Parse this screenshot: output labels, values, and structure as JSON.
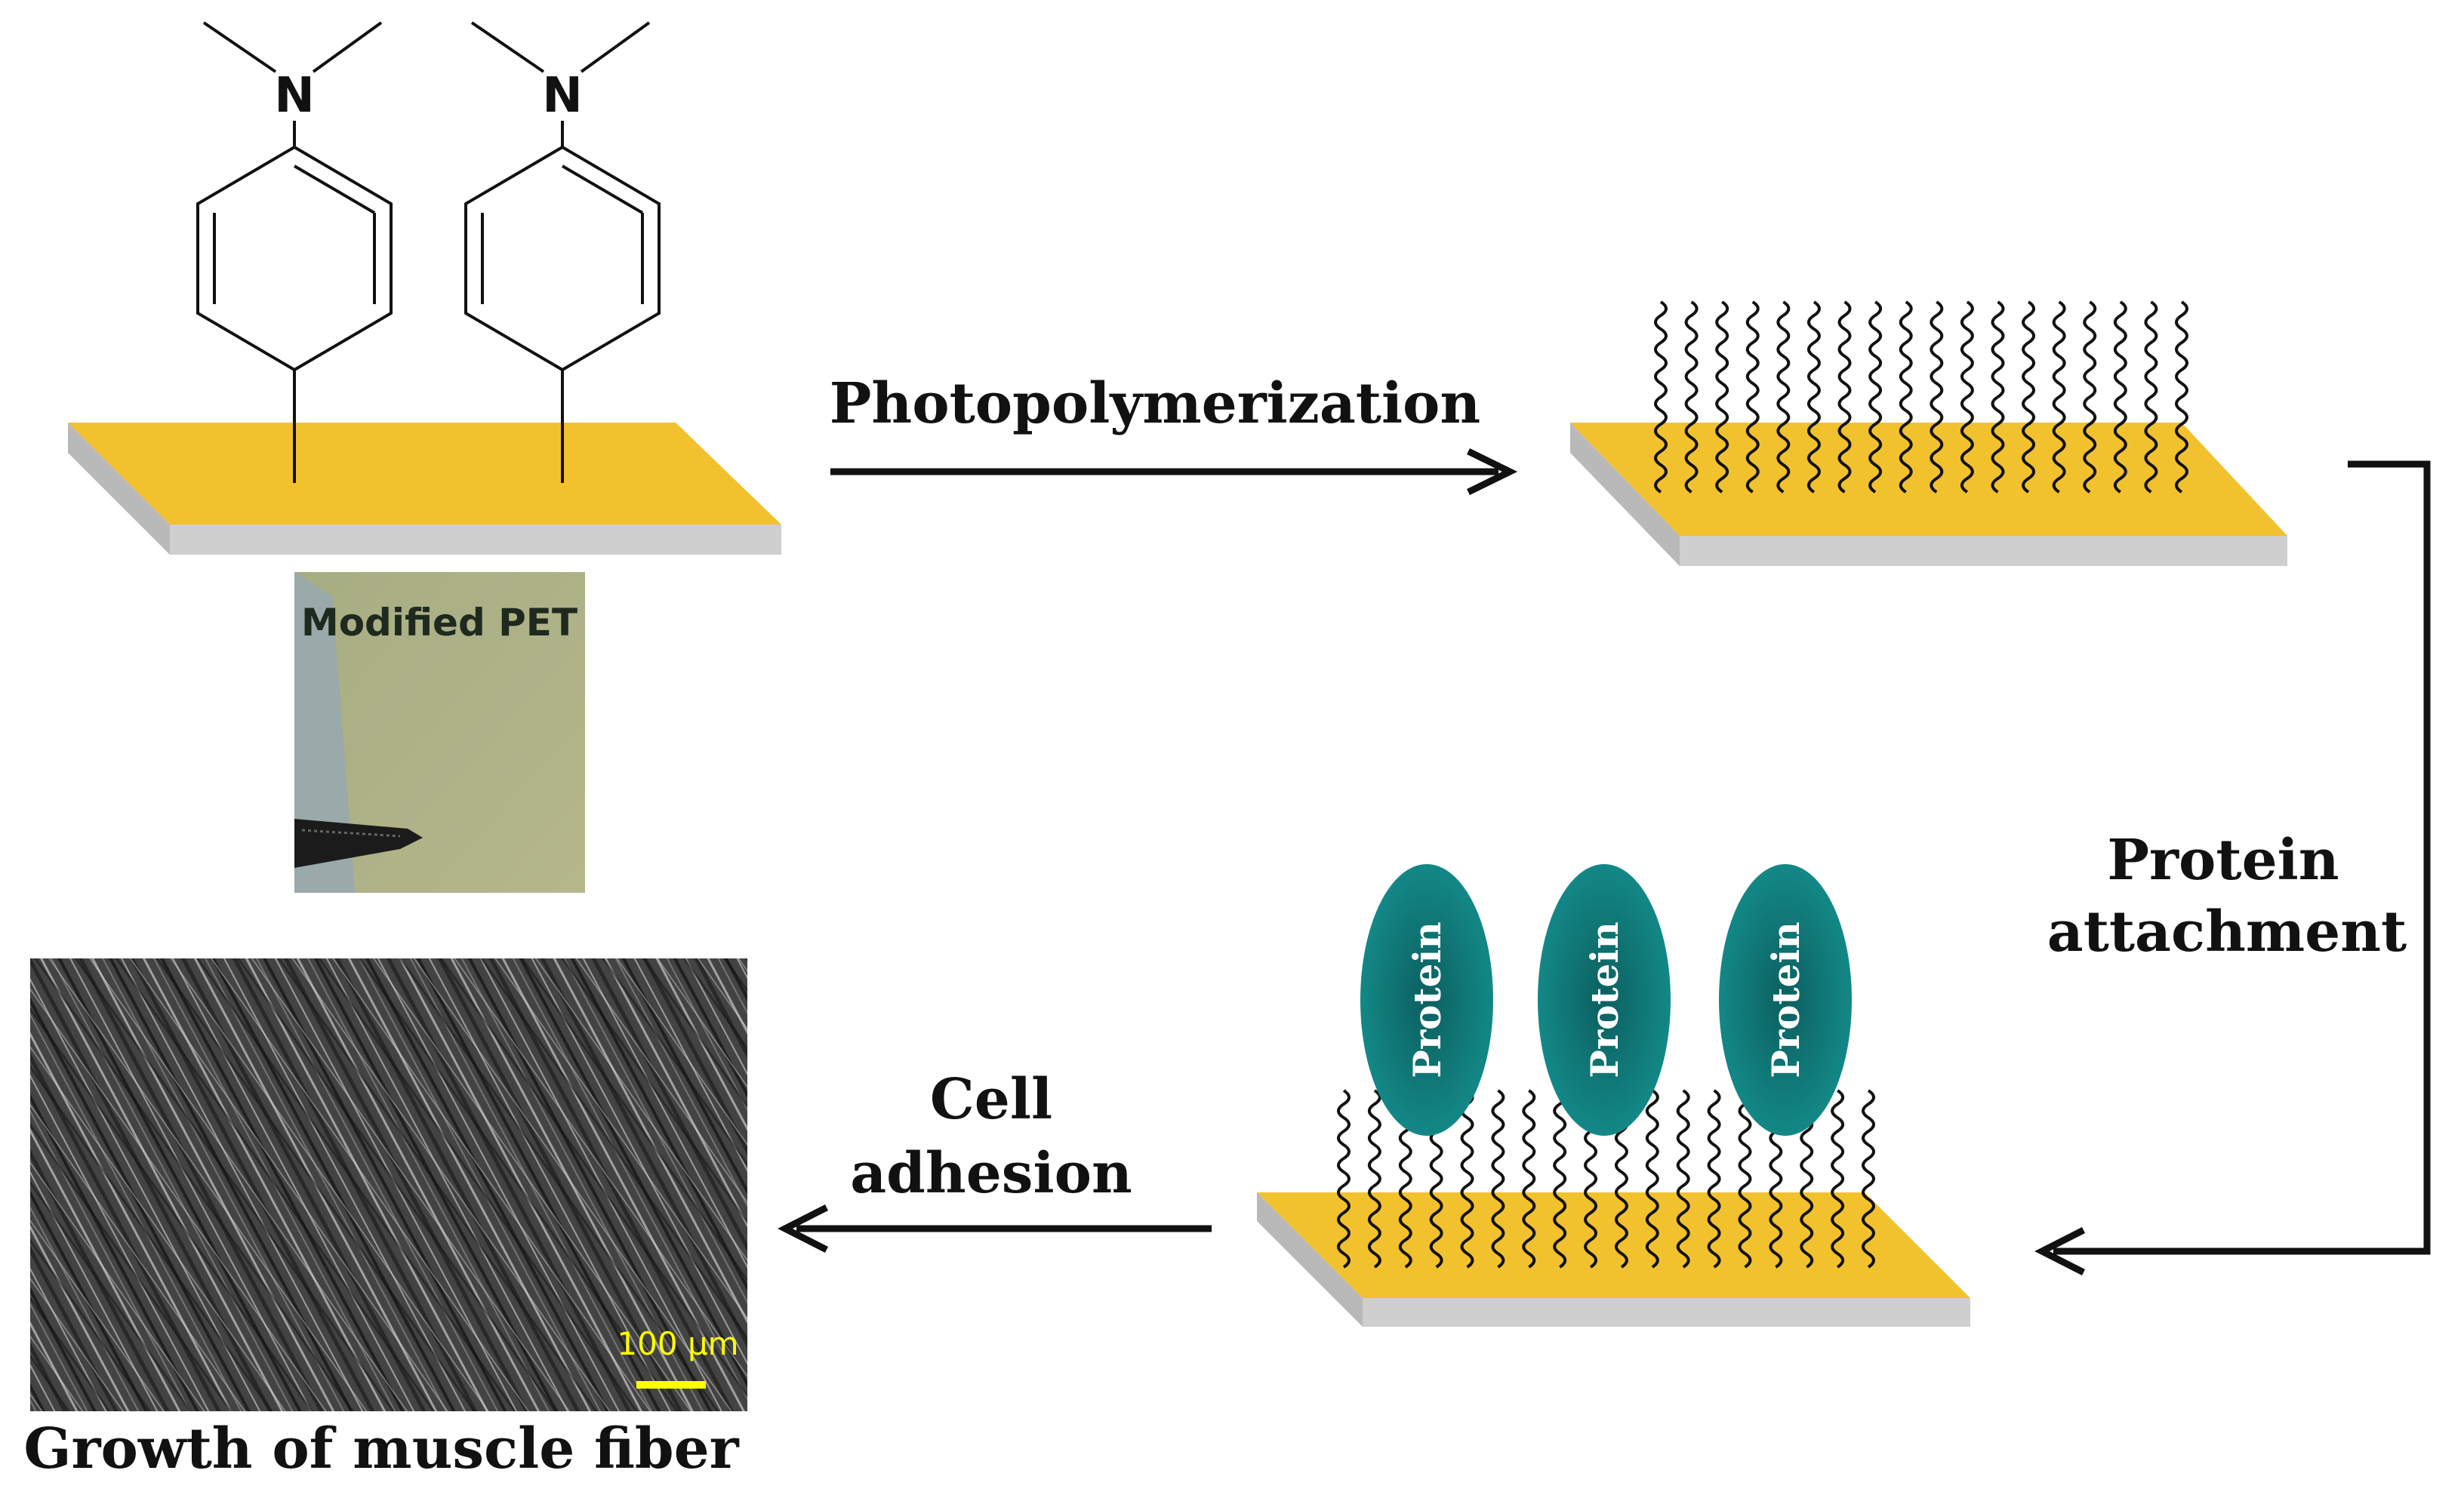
{
  "labels": {
    "step1": "Photopolymerization",
    "step2_line1": "Protein",
    "step2_line2": "attachment",
    "step3_line1": "Cell",
    "step3_line2": "adhesion",
    "photo_caption": "Modified PET",
    "protein": "Protein",
    "scale_bar": "100 μm",
    "bottom_caption": "Growth of muscle fiber",
    "atom_n": "N"
  },
  "colors": {
    "substrate_top": "#f2c12e",
    "substrate_side": "#c9c9c9",
    "protein": "#0f8585",
    "chain": "#111111",
    "arrow": "#111111",
    "scale": "#ffff00"
  }
}
